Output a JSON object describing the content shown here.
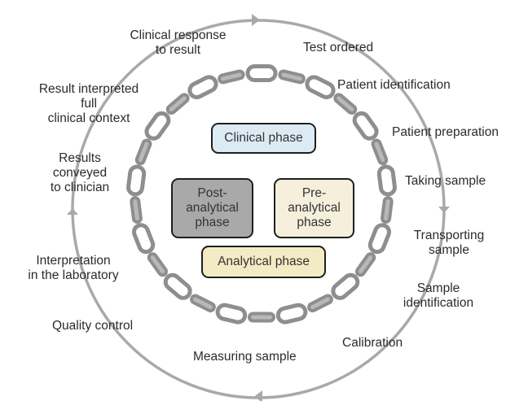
{
  "colors": {
    "outer_ring": "#a9a9a9",
    "chain_link": "#8e8e8e",
    "clinical_fill": "#dcebf3",
    "post_analytical_fill": "#a9a9a9",
    "pre_analytical_fill": "#f5efdc",
    "analytical_fill": "#f3ebc4"
  },
  "phases": {
    "clinical": "Clinical phase",
    "post_analytical": [
      "Post-",
      "analytical",
      "phase"
    ],
    "pre_analytical": [
      "Pre-",
      "analytical",
      "phase"
    ],
    "analytical": "Analytical phase"
  },
  "steps": {
    "clinical_response": [
      "Clinical response",
      "to result"
    ],
    "test_ordered": "Test ordered",
    "patient_identification": "Patient identification",
    "patient_preparation": "Patient preparation",
    "taking_sample": "Taking sample",
    "transporting_sample": [
      "Transporting",
      "sample"
    ],
    "sample_identification": [
      "Sample",
      "identification"
    ],
    "calibration": "Calibration",
    "measuring_sample": "Measuring sample",
    "quality_control": "Quality control",
    "interpretation_lab": [
      "Interpretation",
      "in the laboratory"
    ],
    "results_conveyed": [
      "Results",
      "conveyed",
      "to clinician"
    ],
    "result_interpreted": [
      "Result interpreted",
      "full",
      "clinical context"
    ]
  }
}
